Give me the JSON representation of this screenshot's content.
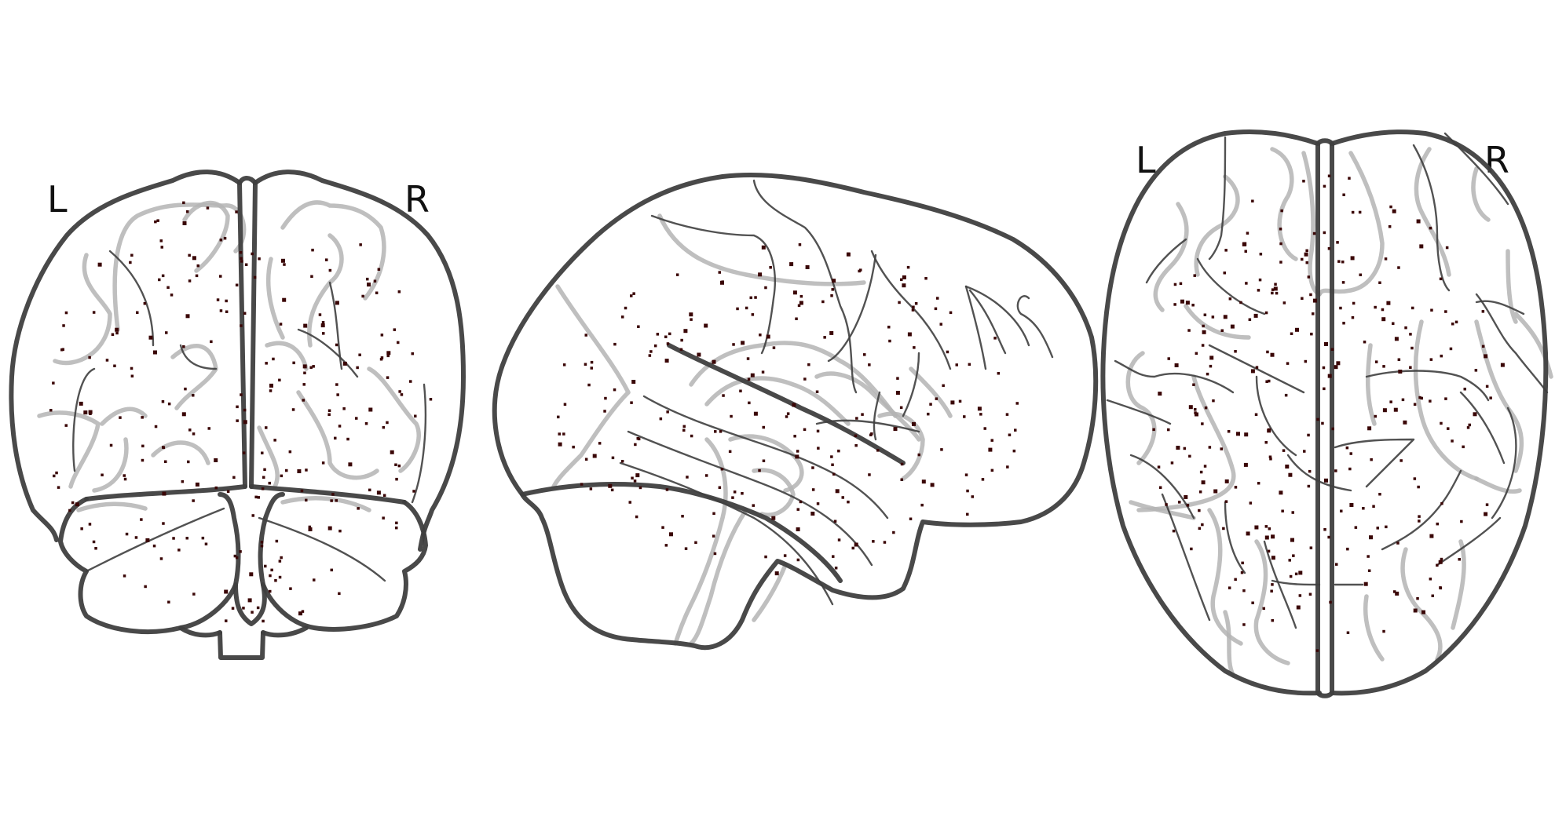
{
  "views": [
    {
      "name": "coronal",
      "left_label": "L",
      "right_label": "R",
      "dot_count": 260,
      "seed": 11
    },
    {
      "name": "sagittal",
      "dot_count": 240,
      "seed": 29
    },
    {
      "name": "axial",
      "left_label": "L",
      "right_label": "R",
      "dot_count": 300,
      "seed": 47
    }
  ],
  "colors": {
    "outline": "#3f3f3f",
    "gyrus": "#b4b4b4",
    "dot": "#3a0606",
    "background": "#ffffff"
  }
}
